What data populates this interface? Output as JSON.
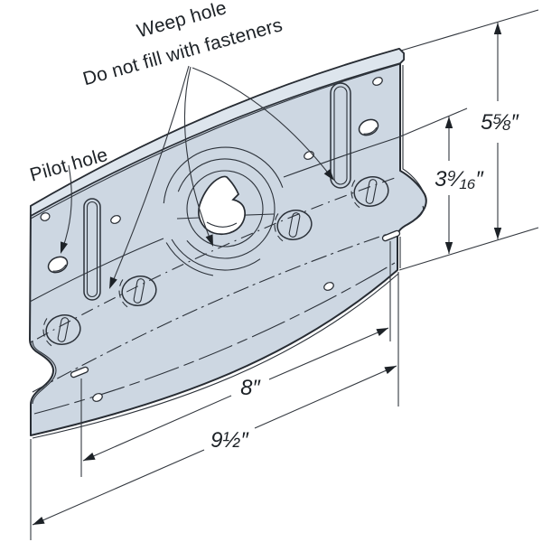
{
  "diagram": {
    "labels": {
      "weep_title": "Weep hole",
      "weep_subtitle": "Do not fill with fasteners",
      "pilot": "Pilot hole"
    },
    "dimensions": {
      "overall_height": "5⅝″",
      "partial_height": "3⁹⁄₁₆″",
      "slot_spacing": "8″",
      "overall_width": "9½″"
    },
    "colors": {
      "plate": "#cdd7e2",
      "flange": "#dde5ed",
      "line": "#272c33",
      "background": "#ffffff"
    }
  }
}
